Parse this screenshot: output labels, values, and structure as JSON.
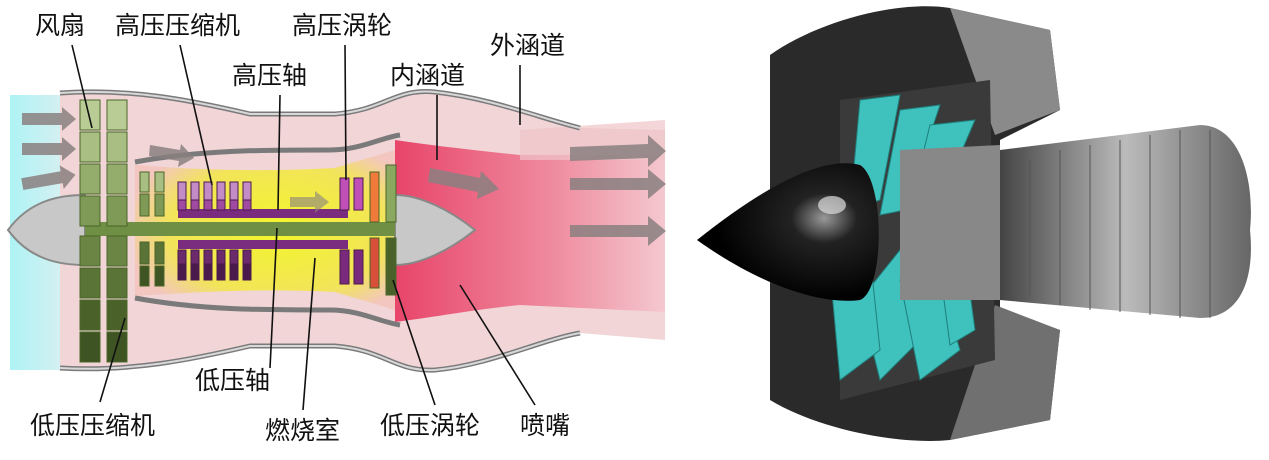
{
  "labels": {
    "fan": "风扇",
    "hp_compressor": "高压压缩机",
    "hp_turbine": "高压涡轮",
    "bypass_duct": "外涵道",
    "hp_shaft": "高压轴",
    "core_duct": "内涵道",
    "lp_shaft": "低压轴",
    "lp_compressor": "低压压缩机",
    "combustor": "燃烧室",
    "lp_turbine": "低压涡轮",
    "nozzle": "喷嘴"
  },
  "colors": {
    "intake": "#aef3f3",
    "bypass": "#f0d4d6",
    "exhaust": "#e8506e",
    "combustor": "#eef23a",
    "fan_blade": "#6f8f45",
    "hp_compressor_blade": "#8a3f8c",
    "casing": "#bdbdbd",
    "arrow": "#8a8080",
    "engine_blade": "#3fc1bd"
  }
}
